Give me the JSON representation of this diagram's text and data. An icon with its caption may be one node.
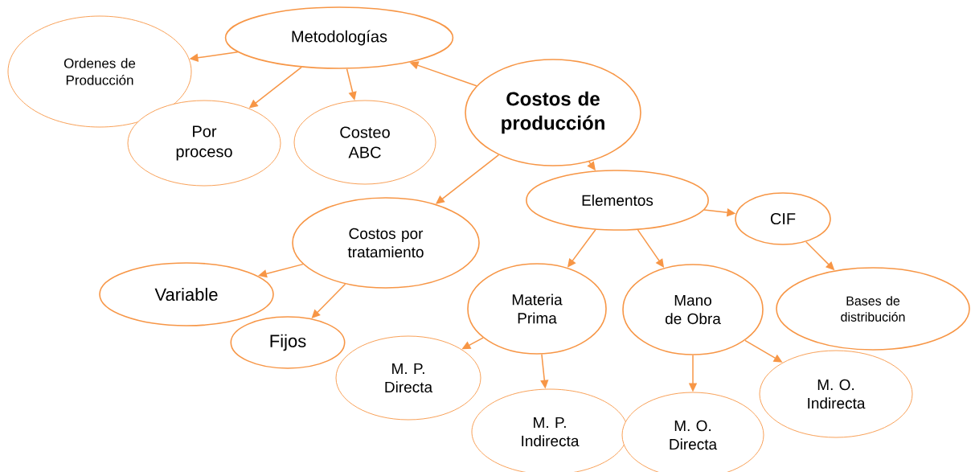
{
  "diagram": {
    "nodes": [
      {
        "text": [
          "Costos de producción"
        ]
      },
      {
        "text": [
          "Metodologías"
        ]
      },
      {
        "text": [
          "Ordenes de Producción"
        ]
      },
      {
        "text": [
          "Por proceso"
        ]
      },
      {
        "text": [
          "Costeo ABC"
        ]
      },
      {
        "text": [
          "Costos por tratamiento"
        ]
      },
      {
        "text": [
          "Elementos"
        ]
      },
      {
        "text": [
          "CIF"
        ]
      },
      {
        "text": [
          "Variable"
        ]
      },
      {
        "text": [
          "Fijos"
        ]
      },
      {
        "text": [
          "Materia Prima"
        ]
      },
      {
        "text": [
          "Mano de Obra"
        ]
      },
      {
        "text": [
          "Bases de distribución"
        ]
      },
      {
        "text": [
          "M. P. Directa"
        ]
      },
      {
        "text": [
          "M. P. Indirecta"
        ]
      },
      {
        "text": [
          "M. O. Directa"
        ]
      },
      {
        "text": [
          "M. O. Indirecta"
        ]
      }
    ],
    "edges": [
      {
        "from": 0,
        "to": 1,
        "arrow": "to"
      },
      {
        "from": 1,
        "to": 2,
        "arrow": "to"
      },
      {
        "from": 1,
        "to": 3,
        "arrow": "to"
      },
      {
        "from": 1,
        "to": 4,
        "arrow": "to"
      },
      {
        "from": 0,
        "to": 5,
        "arrow": "to"
      },
      {
        "from": 0,
        "to": 6,
        "arrow": "to"
      },
      {
        "from": 6,
        "to": 7,
        "arrow": "to"
      },
      {
        "from": 5,
        "to": 8,
        "arrow": "to"
      },
      {
        "from": 5,
        "to": 9,
        "arrow": "to"
      },
      {
        "from": 6,
        "to": 10,
        "arrow": "to"
      },
      {
        "from": 6,
        "to": 11,
        "arrow": "to"
      },
      {
        "from": 7,
        "to": 12,
        "arrow": "to"
      },
      {
        "from": 10,
        "to": 13,
        "arrow": "to"
      },
      {
        "from": 10,
        "to": 14,
        "arrow": "to"
      },
      {
        "from": 11,
        "to": 15,
        "arrow": "to"
      },
      {
        "from": 11,
        "to": 16,
        "arrow": "to"
      }
    ]
  }
}
